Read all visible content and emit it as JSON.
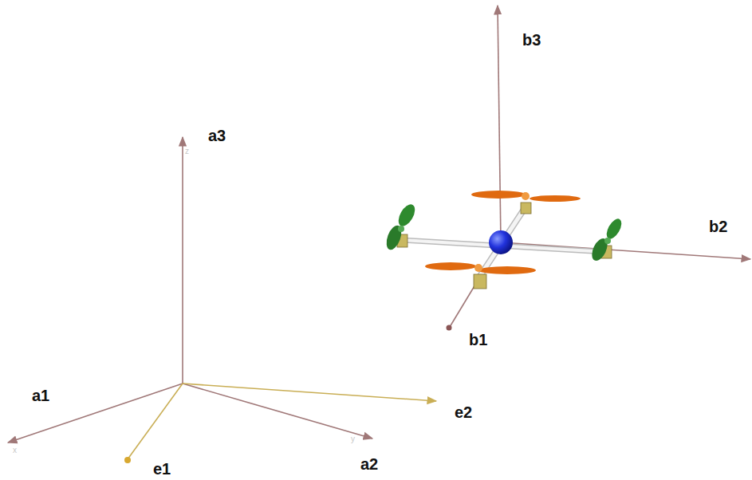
{
  "diagram": {
    "labels": [
      "b3",
      "a3",
      "z",
      "b2",
      "b1",
      "a1",
      "e2",
      "x",
      "y",
      "e1",
      "a2"
    ]
  }
}
